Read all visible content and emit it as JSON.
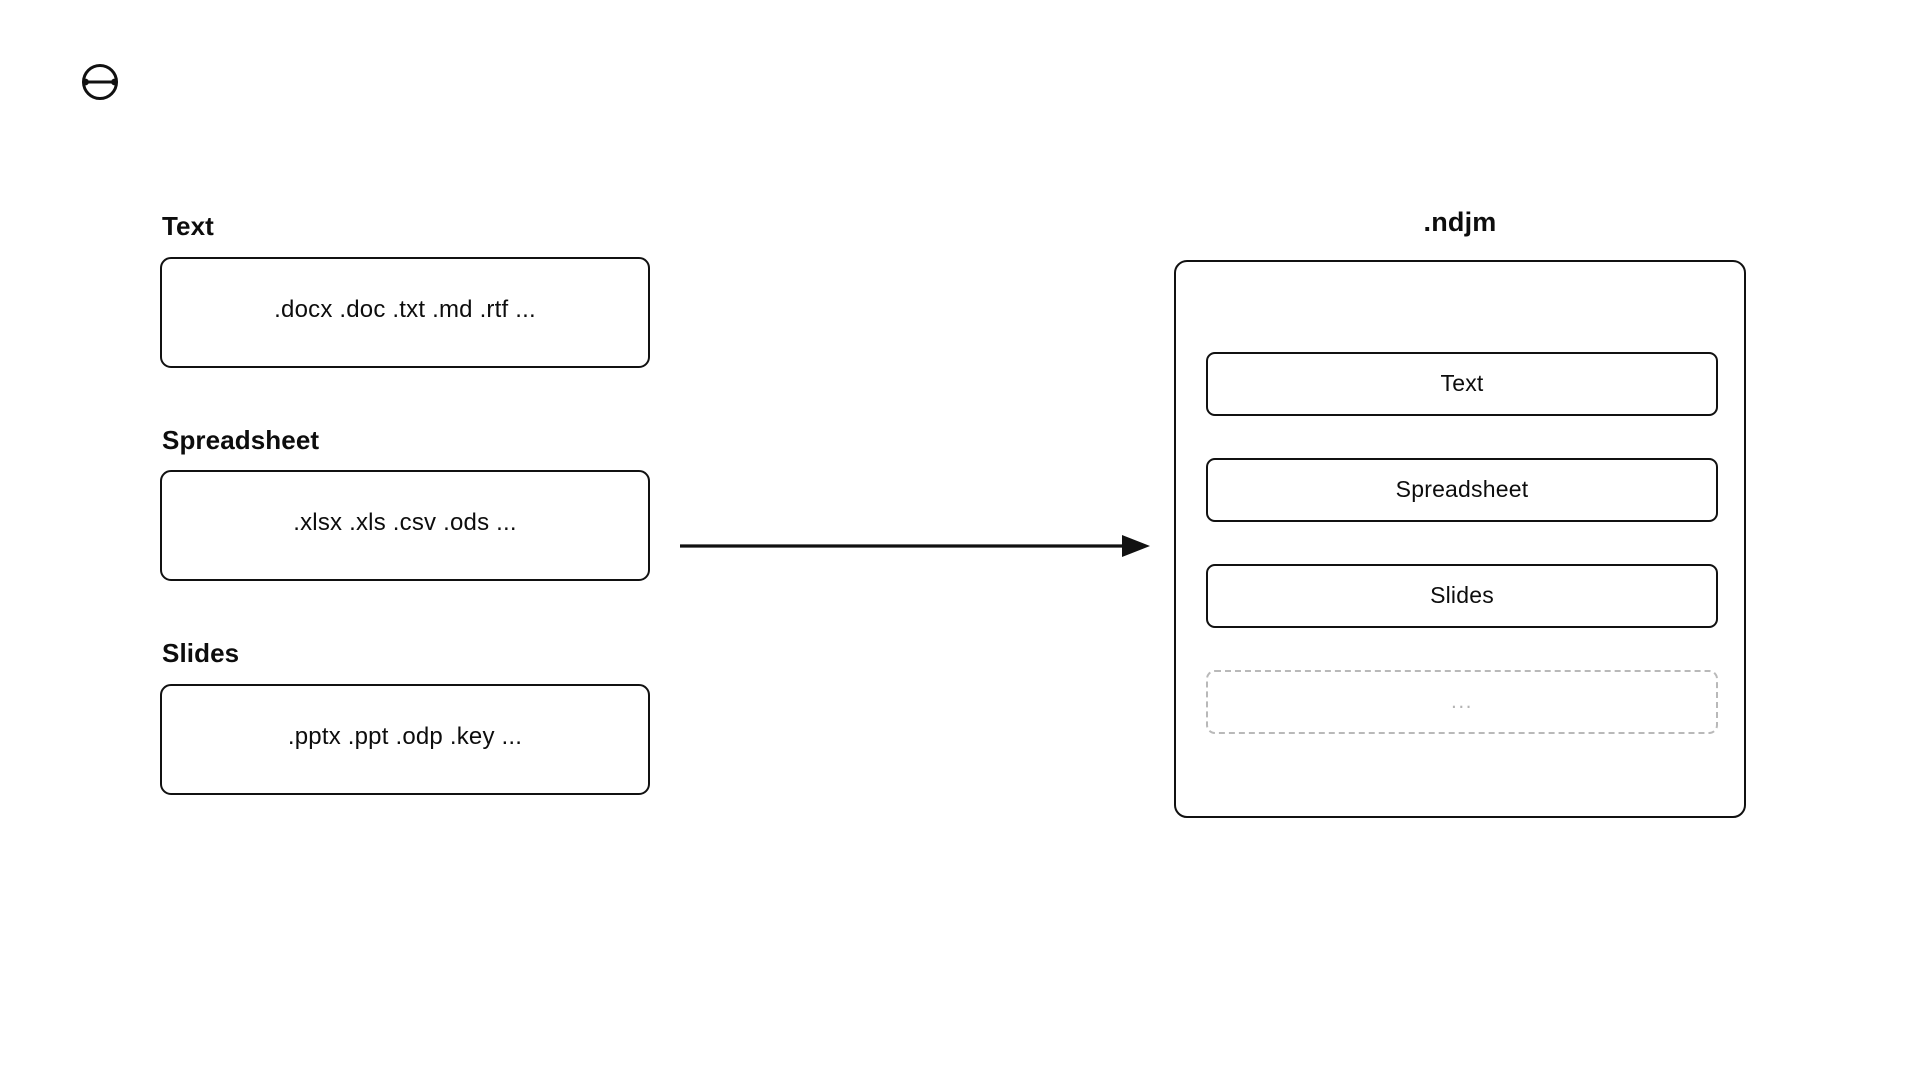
{
  "logo": {
    "icon": "circle-bar-logo",
    "stroke_color": "#111111"
  },
  "source": {
    "groups": [
      {
        "label": "Text",
        "extensions": ".docx .doc .txt .md .rtf ..."
      },
      {
        "label": "Spreadsheet",
        "extensions": ".xlsx .xls .csv .ods ..."
      },
      {
        "label": "Slides",
        "extensions": ".pptx .ppt .odp .key ..."
      }
    ]
  },
  "arrow": {
    "icon": "right-arrow-icon",
    "direction": "right",
    "color": "#111111"
  },
  "target": {
    "title": ".ndjm",
    "slots": [
      {
        "label": "Text",
        "style": "solid"
      },
      {
        "label": "Spreadsheet",
        "style": "solid"
      },
      {
        "label": "Slides",
        "style": "solid"
      },
      {
        "label": "...",
        "style": "dashed"
      }
    ]
  },
  "colors": {
    "background": "#ffffff",
    "ink": "#111111",
    "muted": "#b3b3b3",
    "dashed_border": "#b9b9b9"
  }
}
